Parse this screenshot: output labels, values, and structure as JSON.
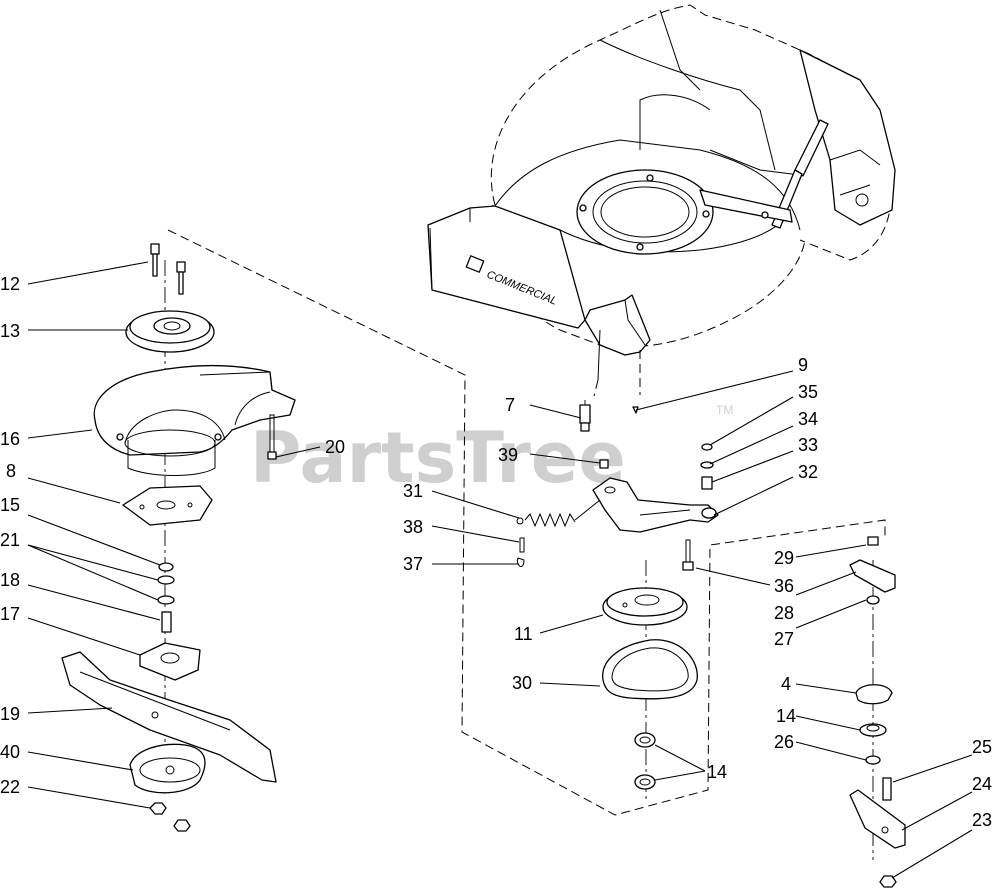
{
  "watermark": {
    "name": "PartsTree",
    "trademark": "TM"
  },
  "deck_brand_text": "COMMERCIAL",
  "callouts": [
    {
      "id": "c12",
      "text": "12"
    },
    {
      "id": "c13",
      "text": "13"
    },
    {
      "id": "c16",
      "text": "16"
    },
    {
      "id": "c8",
      "text": "8"
    },
    {
      "id": "c15",
      "text": "15"
    },
    {
      "id": "c21",
      "text": "21"
    },
    {
      "id": "c18",
      "text": "18"
    },
    {
      "id": "c17",
      "text": "17"
    },
    {
      "id": "c19",
      "text": "19"
    },
    {
      "id": "c40",
      "text": "40"
    },
    {
      "id": "c22",
      "text": "22"
    },
    {
      "id": "c20",
      "text": "20"
    },
    {
      "id": "c9",
      "text": "9"
    },
    {
      "id": "c7",
      "text": "7"
    },
    {
      "id": "c35",
      "text": "35"
    },
    {
      "id": "c34",
      "text": "34"
    },
    {
      "id": "c33",
      "text": "33"
    },
    {
      "id": "c39",
      "text": "39"
    },
    {
      "id": "c32",
      "text": "32"
    },
    {
      "id": "c31",
      "text": "31"
    },
    {
      "id": "c38",
      "text": "38"
    },
    {
      "id": "c37",
      "text": "37"
    },
    {
      "id": "c29",
      "text": "29"
    },
    {
      "id": "c36",
      "text": "36"
    },
    {
      "id": "c28",
      "text": "28"
    },
    {
      "id": "c27",
      "text": "27"
    },
    {
      "id": "c11",
      "text": "11"
    },
    {
      "id": "c30",
      "text": "30"
    },
    {
      "id": "c4",
      "text": "4"
    },
    {
      "id": "c14a",
      "text": "14"
    },
    {
      "id": "c26",
      "text": "26"
    },
    {
      "id": "c25",
      "text": "25"
    },
    {
      "id": "c14b",
      "text": "14"
    },
    {
      "id": "c24",
      "text": "24"
    },
    {
      "id": "c23",
      "text": "23"
    }
  ]
}
